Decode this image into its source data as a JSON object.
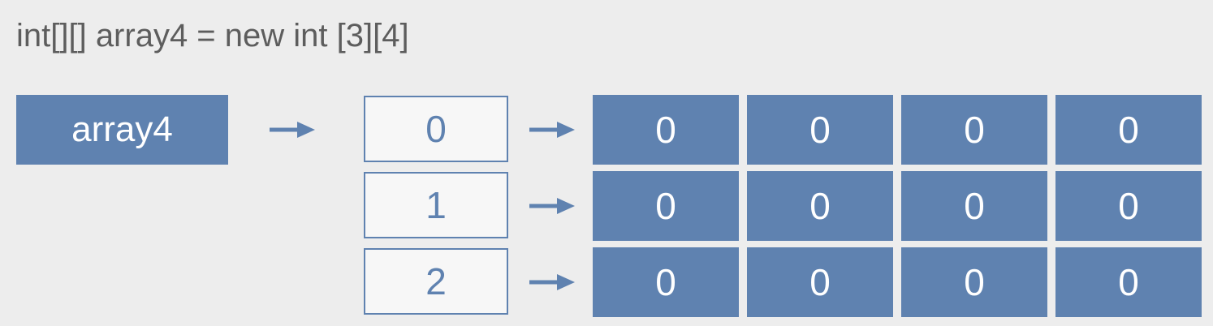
{
  "code": {
    "declaration": "int[][] array4 = new int [3][4]"
  },
  "variable": {
    "name": "array4"
  },
  "rows": [
    {
      "index": "0",
      "cells": [
        "0",
        "0",
        "0",
        "0"
      ]
    },
    {
      "index": "1",
      "cells": [
        "0",
        "0",
        "0",
        "0"
      ]
    },
    {
      "index": "2",
      "cells": [
        "0",
        "0",
        "0",
        "0"
      ]
    }
  ],
  "colors": {
    "accent": "#5f82b0",
    "background": "#ededed",
    "text_gray": "#5d5d5d",
    "index_fill": "#f7f7f7"
  },
  "icons": {
    "pointer": "right-arrow-icon"
  }
}
